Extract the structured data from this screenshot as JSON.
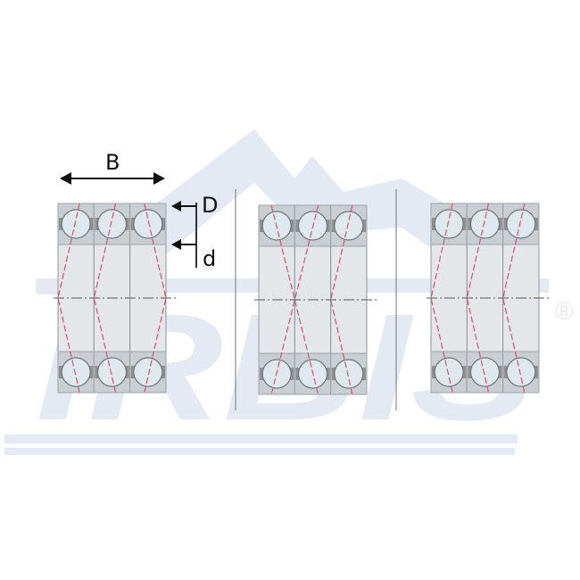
{
  "watermark": {
    "brand": "IRBIS",
    "registered": "®",
    "color": "#e3eaf3"
  },
  "labels": {
    "width": "B",
    "outer_diameter": "D",
    "inner_diameter": "d"
  },
  "arrangements": [
    {
      "name": "arrangement-1",
      "contact_directions": [
        "left",
        "left",
        "right"
      ]
    },
    {
      "name": "arrangement-2",
      "contact_directions": [
        "cross-left",
        "cross-right",
        "left"
      ]
    },
    {
      "name": "arrangement-3",
      "contact_directions": [
        "left",
        "left",
        "left"
      ]
    }
  ],
  "colors": {
    "ring": "#c9ced3",
    "ring_dark": "#9aa3ab",
    "ball": "#dfe8ef",
    "contact_line": "#d9536a",
    "axis": "#555555"
  }
}
